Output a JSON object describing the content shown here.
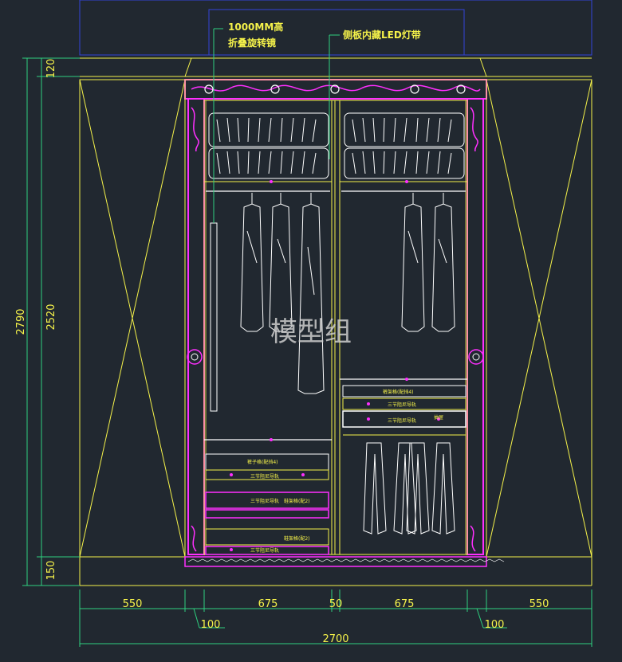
{
  "annotations": {
    "mirror_line1": "1000MM高",
    "mirror_line2": "折叠旋转镜",
    "led": "侧板内藏LED灯带"
  },
  "dimensions": {
    "total_height": "2790",
    "top_height": "120",
    "mid_height": "2520",
    "base_height": "150",
    "left_side_width": "550",
    "left_door_width": "675",
    "center_width": "50",
    "right_door_width": "675",
    "right_side_width": "550",
    "left_pilaster": "100",
    "right_pilaster": "100",
    "total_width": "2700"
  },
  "labels": {
    "pants_rack_left": "裤子格(配挡4)",
    "drawer_left1": "三节阻尼导轨",
    "drawer_left2": "三节阻尼导轨",
    "drawer_left3": "三节阻尼导轨",
    "shoe_rack_left1": "鞋架格(配2)",
    "shoe_rack_left2": "鞋架格(配2)",
    "pants_rack_right": "裤架格(配挡4)",
    "drawer_right1": "三节阻尼导轨",
    "drawer_right2": "三节阻尼导轨",
    "drawer_right_side": "抽屉"
  },
  "watermark": "模型组",
  "colors": {
    "background": "#212830",
    "dimension_line": "#2ed17f",
    "outline": "#f5f24a",
    "trim": "#ff2fff",
    "hardware": "#ffffff",
    "top_box": "#3344d8"
  }
}
